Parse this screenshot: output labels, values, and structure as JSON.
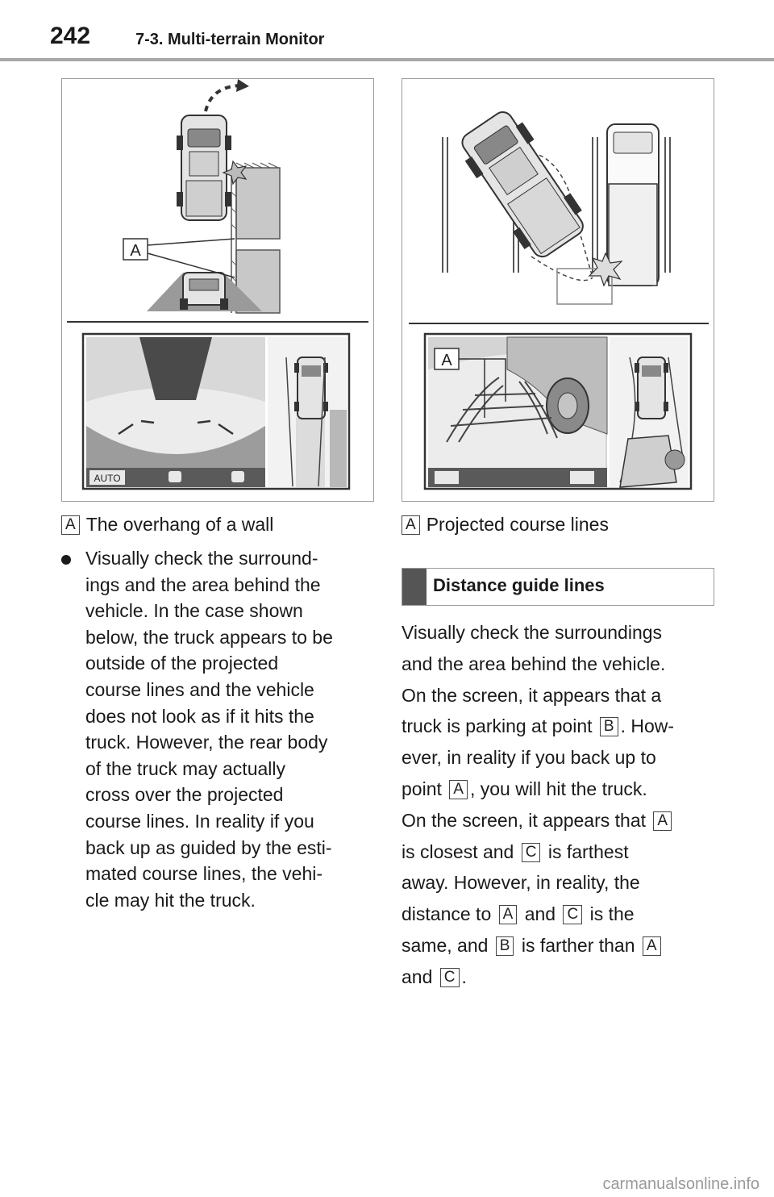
{
  "header": {
    "page_number": "242",
    "section_title": "7-3. Multi-terrain Monitor"
  },
  "figure_left": {
    "callout_label": "A",
    "screen_mode_label": "AUTO"
  },
  "figure_right": {
    "callout_label": "A"
  },
  "caption_left": {
    "marker": "A",
    "text": "The overhang of a wall"
  },
  "caption_right": {
    "marker": "A",
    "text": "Projected course lines"
  },
  "bullet": {
    "lines": [
      "Visually check the surround-",
      "ings and the area behind the",
      "vehicle. In the case shown",
      "below, the truck appears to be",
      "outside of the projected",
      "course lines and the vehicle",
      "does not look as if it hits the",
      "truck. However, the rear body",
      "of the truck may actually",
      "cross over the projected",
      "course lines. In reality if you",
      "back up as guided by the esti-",
      "mated course lines, the vehi-",
      "cle may hit the truck."
    ]
  },
  "distance_guide": {
    "heading": "Distance guide lines",
    "l1": "Visually check the surroundings",
    "l2": "and the area behind the vehicle.",
    "l3": "On the screen, it appears that a",
    "l4a": "truck is parking at point",
    "l4m": "B",
    "l4b": ". How-",
    "l5": "ever, in reality if you back up to",
    "l6a": "point",
    "l6m": "A",
    "l6b": ", you will hit the truck.",
    "l7a": "On the screen, it appears that",
    "l7m": "A",
    "l8a": "is closest and",
    "l8m": "C",
    "l8b": "is farthest",
    "l9": "away. However, in reality, the",
    "l10a": "distance to",
    "l10m1": "A",
    "l10b": "and",
    "l10m2": "C",
    "l10c": "is the",
    "l11a": "same, and",
    "l11m1": "B",
    "l11b": "is farther than",
    "l11m2": "A",
    "l12a": "and",
    "l12m": "C",
    "l12b": "."
  },
  "watermark": "carmanualsonline.info"
}
